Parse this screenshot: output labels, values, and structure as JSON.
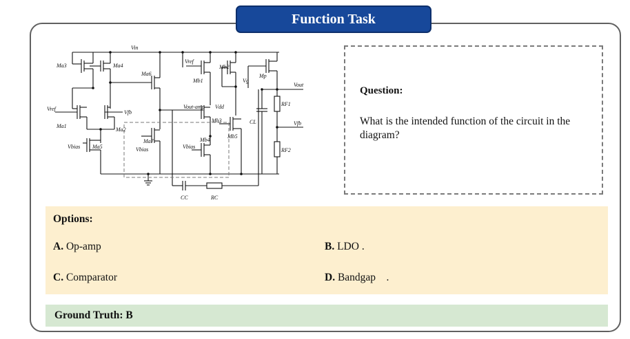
{
  "title": "Function Task",
  "question": {
    "label": "Question:",
    "text": "What is the intended function of the circuit in the diagram?"
  },
  "options": {
    "label": "Options:",
    "items": [
      {
        "letter": "A.",
        "text": "Op-amp"
      },
      {
        "letter": "B.",
        "text": "LDO ."
      },
      {
        "letter": "C.",
        "text": "Comparator"
      },
      {
        "letter": "D.",
        "text": "Bandgap    ."
      }
    ]
  },
  "ground_truth": "Ground Truth: B",
  "circuit_labels": {
    "vin": "Vin",
    "ma3": "Ma3",
    "ma4": "Ma4",
    "ma6": "Ma6",
    "vref_left": "Vref",
    "vfb_left": "Vfb",
    "ma1": "Ma1",
    "ma2": "Ma2",
    "vbias_left": "Vbias",
    "ma5": "Ma5",
    "ma7": "Ma7",
    "vbias_mid": "Vbias",
    "vref_top": "Vref",
    "mb1": "Mb1",
    "mb2": "Mb2",
    "vg": "Vg",
    "mp": "Mp",
    "vout_amp": "Vout-amp",
    "vdd": "Vdd",
    "mb3": "Mb3",
    "mb4": "Mb4",
    "vbias_right": "Vbias",
    "mb5": "Mb5",
    "vout": "Vout",
    "rf1": "RF1",
    "cl": "CL",
    "vfb_right": "Vfb",
    "rf2": "RF2",
    "cc": "CC",
    "rc": "RC"
  }
}
